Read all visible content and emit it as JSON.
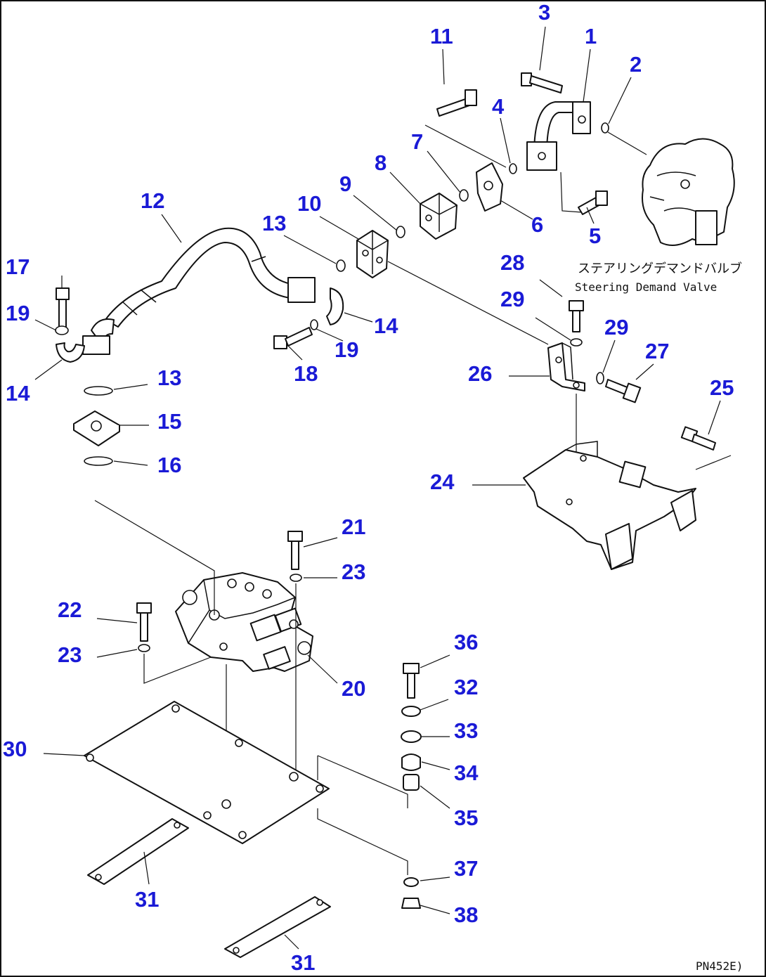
{
  "diagram": {
    "component_label_jp": "ステアリングデマンドバルブ",
    "component_label_en": "Steering Demand Valve",
    "drawing_code": "PN452E)",
    "callouts": {
      "c1": "1",
      "c2": "2",
      "c3": "3",
      "c4": "4",
      "c5": "5",
      "c6": "6",
      "c7": "7",
      "c8": "8",
      "c9": "9",
      "c10": "10",
      "c11": "11",
      "c12": "12",
      "c13a": "13",
      "c13b": "13",
      "c14a": "14",
      "c14b": "14",
      "c15": "15",
      "c16": "16",
      "c17": "17",
      "c18": "18",
      "c19a": "19",
      "c19b": "19",
      "c20": "20",
      "c21": "21",
      "c22": "22",
      "c23a": "23",
      "c23b": "23",
      "c24": "24",
      "c25": "25",
      "c26": "26",
      "c27": "27",
      "c28": "28",
      "c29a": "29",
      "c29b": "29",
      "c30": "30",
      "c31a": "31",
      "c31b": "31",
      "c32": "32",
      "c33": "33",
      "c34": "34",
      "c35": "35",
      "c36": "36",
      "c37": "37",
      "c38": "38"
    },
    "colors": {
      "callout": "#1a1ad6",
      "linework": "#111111",
      "background": "#ffffff"
    }
  }
}
